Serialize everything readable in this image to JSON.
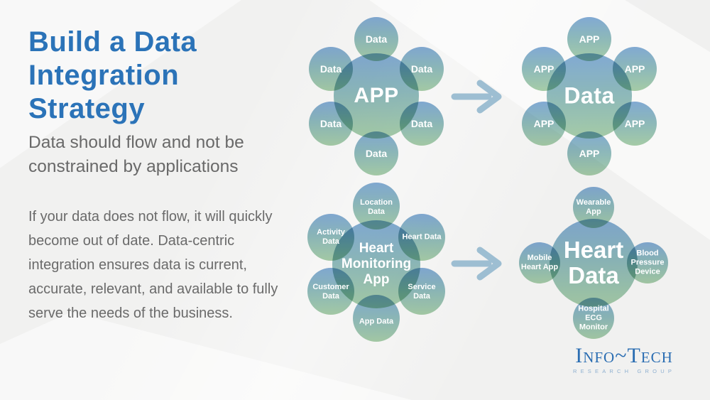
{
  "slide": {
    "title": [
      "Build a Data",
      "Integration",
      "Strategy"
    ],
    "subtitle": [
      "Data should flow and not be",
      "constrained by applications"
    ],
    "body": "If your data does not flow, it will quickly become out of date. Data-centric integration ensures data is current, accurate, relevant, and available to fully serve the needs of the business."
  },
  "diagrams": {
    "app_centric": {
      "center": "APP",
      "satellites": [
        "Data",
        "Data",
        "Data",
        "Data",
        "Data",
        "Data"
      ]
    },
    "data_centric": {
      "center": "Data",
      "satellites": [
        "APP",
        "APP",
        "APP",
        "APP",
        "APP",
        "APP"
      ]
    },
    "heart_app": {
      "center": "Heart Monitoring App",
      "satellites": [
        "Location Data",
        "Activity Data",
        "Heart Data",
        "Customer Data",
        "Service Data",
        "App Data"
      ]
    },
    "heart_data": {
      "center": "Heart Data",
      "satellites": [
        "Wearable App",
        "Mobile Heart App",
        "Blood Pressure Device",
        "Hospital ECG Monitor"
      ]
    }
  },
  "icons": {
    "transform_arrow": "right-arrow"
  },
  "colors": {
    "title_blue": "#2b73b8",
    "circle_blue": "#84add8",
    "circle_green": "#a9d0ab",
    "arrow_blue": "#9dbed2",
    "logo_blue": "#2a6db2"
  },
  "logo": {
    "name": "Info~Tech",
    "subtext": "RESEARCH GROUP"
  }
}
